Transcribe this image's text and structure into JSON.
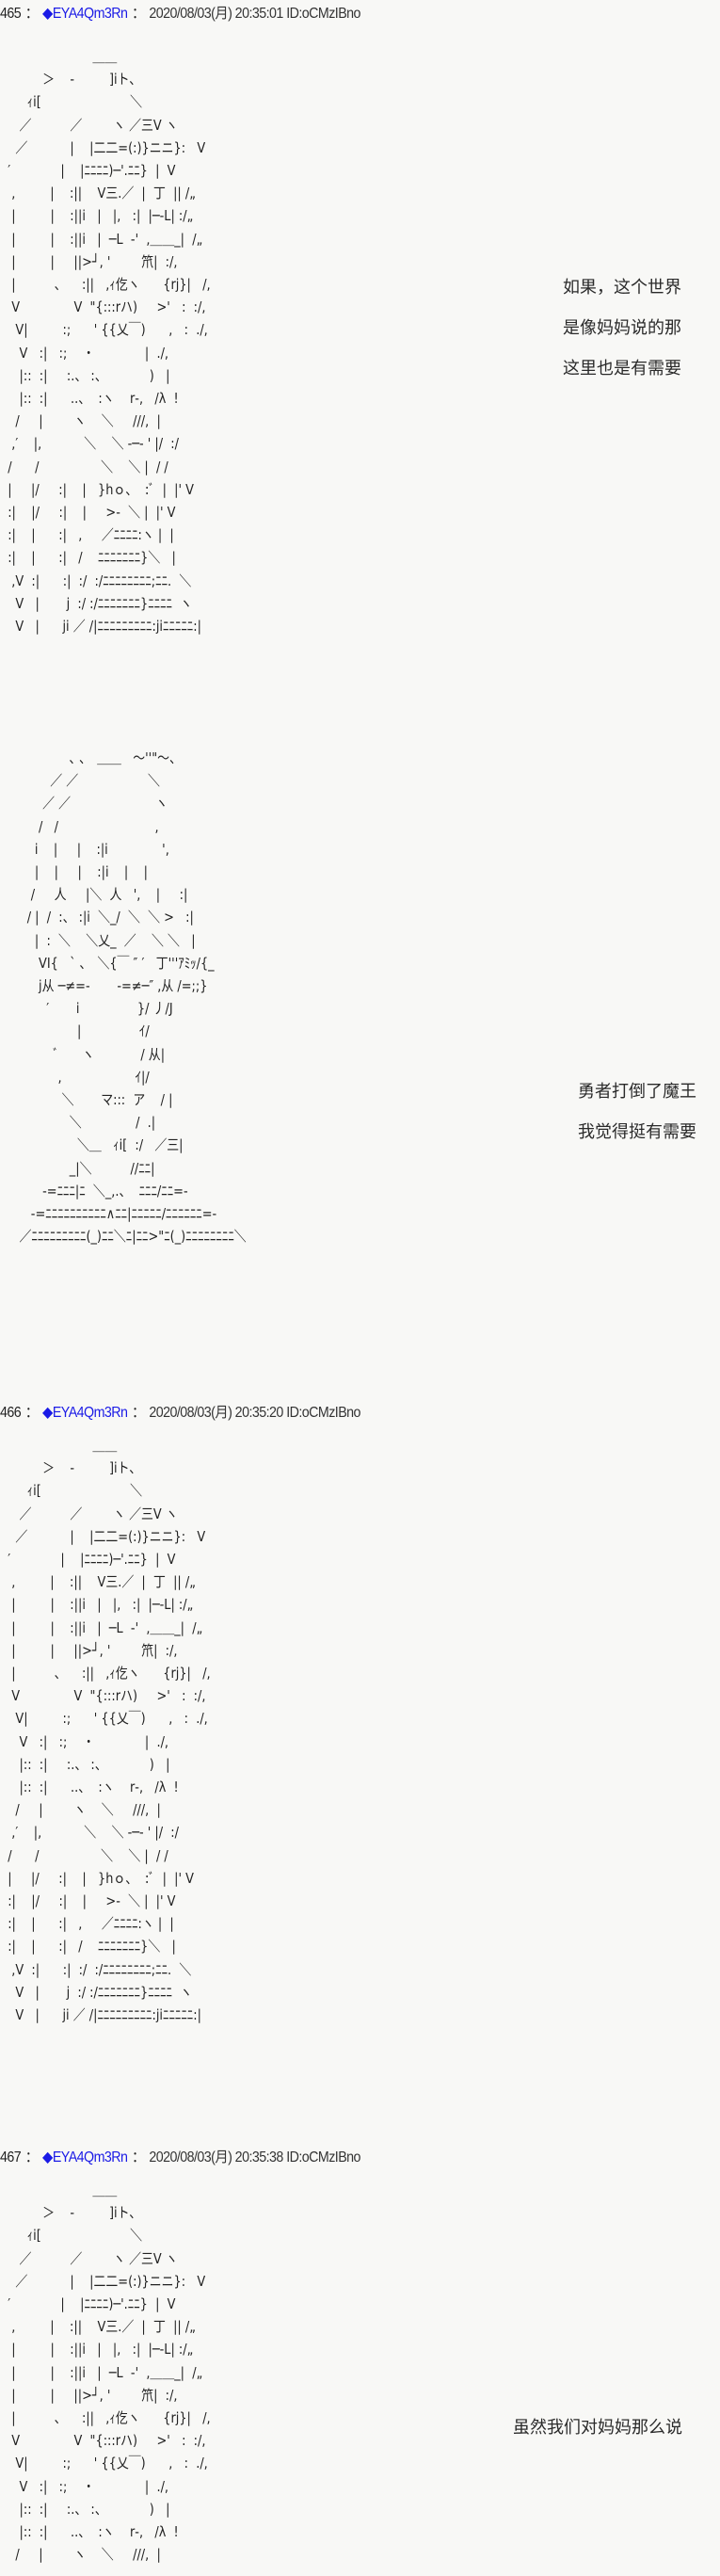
{
  "posts": [
    {
      "number": "465",
      "separator": "：",
      "trip_symbol": "◆",
      "trip": "EYA4Qm3Rn",
      "date": "2020/08/03(月) 20:35:01",
      "id": "ID:oCMzIBno",
      "art_blocks": [
        {
          "label": "girl-face-art",
          "lines": [
            "                        ＿＿",
            "           ＞    ‐         ]iト、",
            "       ｨi[                       ＼",
            "     ／          ／        ヽ ／三V ヽ",
            "    ／           |    |二二=(:)}ニニ}:   V",
            "  ′             |    |ﾆﾆﾆﾆ)─'.ﾆﾆ}  |  V",
            "   ,         |    :||    V三.／  |  丁  || /„",
            "   |         |    :||i   |   |,   :|  |─‐L| :/„",
            "   |         |    :||i   |  ─L  ‐'  ,＿＿_|  /„",
            "   |         |     ||>┘, '        笊|  :/,",
            "   |          、    :||   ,ｨ仡ヽ      {rj}|   /,",
            "   V              V  \"{:::rハ)     >'   :  :/,",
            "    V|         :;      ' {{乂￣)      ,   :  ./,",
            "     V   :|   :;    ・             |  ./,",
            "     |::  :|     :.、 :、           )   |",
            "     |::  :|      ..、  :ヽ    r‐,   /λ  !",
            "    /     |        ヽ    ＼     ///,  |",
            "   ,′    |,           ＼    ＼ ‐─- ' |/  :/",
            "  /      /                ＼    ＼ |  / /",
            "  |     |/     :|    |   }hｏ、  :ﾞ  |  |' V",
            "  :|    |/     :|    |     >‐  ＼ |  |' V",
            "  :|    |      :|   ,     ／ﾆﾆﾆﾆ:ヽ |  |",
            "  :|    |      :|   /    ﾆﾆﾆﾆﾆﾆﾆ}＼   |",
            "   ,V  :|      :|  :/  :/ﾆﾆﾆﾆﾆﾆﾆﾆ;ﾆﾆ.  ＼",
            "    V   |       j  :/ :/ﾆﾆﾆﾆﾆﾆﾆ}ﾆﾆﾆﾆ  ヽ",
            "    V   |      ji ／ /|ﾆﾆﾆﾆﾆﾆﾆﾆﾆ:jiﾆﾆﾆﾆﾆ:|"
          ]
        },
        {
          "label": "boy-face-art",
          "lines": [
            "                  ､ ､   ＿＿   ～''\"～、",
            "             ／ ／                  ＼",
            "           ／ ／                      ヽ",
            "          /   /                         ,",
            "         i    |     |    :|i              ',",
            "         |    |     |    :|i    |    |",
            "        /     人     |＼  人   ',    |     :|",
            "       / |  /  :、 :|i  ＼_/  ＼  ＼ >   :|",
            "         |  :  ＼    ＼乂_  ／    ＼ ＼   |",
            "          VI{   ` ､   ＼{￣ ″ ′   丁'''ｱﾐｯ/{_",
            "          j从 ─≠=-       -=≠─″ ,从 /=;;}",
            "            ′       i               }/ 丿/J",
            "                    |               ｲ/",
            "              ﾞ      ヽ            / 从|",
            "               ,                   ｲ|/",
            "                ＼       マ:::  ア    / |",
            "                  ＼              /  .|",
            "                    ＼＿   ｨi[  :/   ／三|",
            "                  _|＼          //ﾆﾆ|",
            "           -=ﾆﾆﾆ|ﾆ  ＼_,.、  ﾆﾆﾆ/ﾆﾆ=-",
            "        -=ﾆﾆﾆﾆﾆﾆﾆﾆﾆﾆ∧ﾆﾆ|ﾆﾆﾆﾆﾆ/ﾆﾆﾆﾆﾆﾆ=-",
            "     ／ﾆﾆﾆﾆﾆﾆﾆﾆﾆ(_)ﾆﾆ＼ﾆ|ﾆﾆ>\"ﾆ(_)ﾆﾆﾆﾆﾆﾆﾆﾆ＼"
          ]
        }
      ],
      "translations": [
        {
          "label": "translation-1",
          "lines": [
            "如果，这个世界",
            "是像妈妈说的那",
            "这里也是有需要"
          ]
        },
        {
          "label": "translation-2",
          "lines": [
            "勇者打倒了魔王",
            "我觉得挺有需要"
          ]
        }
      ]
    },
    {
      "number": "466",
      "separator": "：",
      "trip_symbol": "◆",
      "trip": "EYA4Qm3Rn",
      "date": "2020/08/03(月) 20:35:20",
      "id": "ID:oCMzIBno",
      "art_blocks": [
        {
          "label": "girl-face-art",
          "lines": [
            "                        ＿＿",
            "           ＞    ‐         ]iト、",
            "       ｨi[                       ＼",
            "     ／          ／        ヽ ／三V ヽ",
            "    ／           |    |二二=(:)}ニニ}:   V",
            "  ′             |    |ﾆﾆﾆﾆ)─'.ﾆﾆ}  |  V",
            "   ,         |    :||    V三.／  |  丁  || /„",
            "   |         |    :||i   |   |,   :|  |─‐L| :/„",
            "   |         |    :||i   |  ─L  ‐'  ,＿＿_|  /„",
            "   |         |     ||>┘, '        笊|  :/,",
            "   |          、    :||   ,ｨ仡ヽ      {rj}|   /,",
            "   V              V  \"{:::rハ)     >'   :  :/,",
            "    V|         :;      ' {{乂￣)      ,   :  ./,",
            "     V   :|   :;    ・             |  ./,",
            "     |::  :|     :.、 :、           )   |",
            "     |::  :|      ..、  :ヽ    r‐,   /λ  !",
            "    /     |        ヽ    ＼     ///,  |",
            "   ,′    |,           ＼    ＼ ‐─- ' |/  :/",
            "  /      /                ＼    ＼ |  / /",
            "  |     |/     :|    |   }hｏ、  :ﾞ  |  |' V",
            "  :|    |/     :|    |     >‐  ＼ |  |' V",
            "  :|    |      :|   ,     ／ﾆﾆﾆﾆ:ヽ |  |",
            "  :|    |      :|   /    ﾆﾆﾆﾆﾆﾆﾆ}＼   |",
            "   ,V  :|      :|  :/  :/ﾆﾆﾆﾆﾆﾆﾆﾆ;ﾆﾆ.  ＼",
            "    V   |       j  :/ :/ﾆﾆﾆﾆﾆﾆﾆ}ﾆﾆﾆﾆ  ヽ",
            "    V   |      ji ／ /|ﾆﾆﾆﾆﾆﾆﾆﾆﾆ:jiﾆﾆﾆﾆﾆ:|"
          ]
        }
      ],
      "translations": []
    },
    {
      "number": "467",
      "separator": "：",
      "trip_symbol": "◆",
      "trip": "EYA4Qm3Rn",
      "date": "2020/08/03(月) 20:35:38",
      "id": "ID:oCMzIBno",
      "art_blocks": [
        {
          "label": "girl-face-art",
          "lines": [
            "                        ＿＿",
            "           ＞    ‐         ]iト、",
            "       ｨi[                       ＼",
            "     ／          ／        ヽ ／三V ヽ",
            "    ／           |    |二二=(:)}ニニ}:   V",
            "  ′             |    |ﾆﾆﾆﾆ)─'.ﾆﾆ}  |  V",
            "   ,         |    :||    V三.／  |  丁  || /„",
            "   |         |    :||i   |   |,   :|  |─‐L| :/„",
            "   |         |    :||i   |  ─L  ‐'  ,＿＿_|  /„",
            "   |         |     ||>┘, '        笊|  :/,",
            "   |          、    :||   ,ｨ仡ヽ      {rj}|   /,",
            "   V              V  \"{:::rハ)     >'   :  :/,",
            "    V|         :;      ' {{乂￣)      ,   :  ./,",
            "     V   :|   :;    ・             |  ./,",
            "     |::  :|     :.、 :、           )   |",
            "     |::  :|      ..、  :ヽ    r‐,   /λ  !",
            "    /     |        ヽ    ＼     ///,  |"
          ]
        }
      ],
      "translations": [
        {
          "label": "translation-1",
          "lines": [
            "虽然我们对妈妈那么说"
          ]
        }
      ]
    }
  ]
}
